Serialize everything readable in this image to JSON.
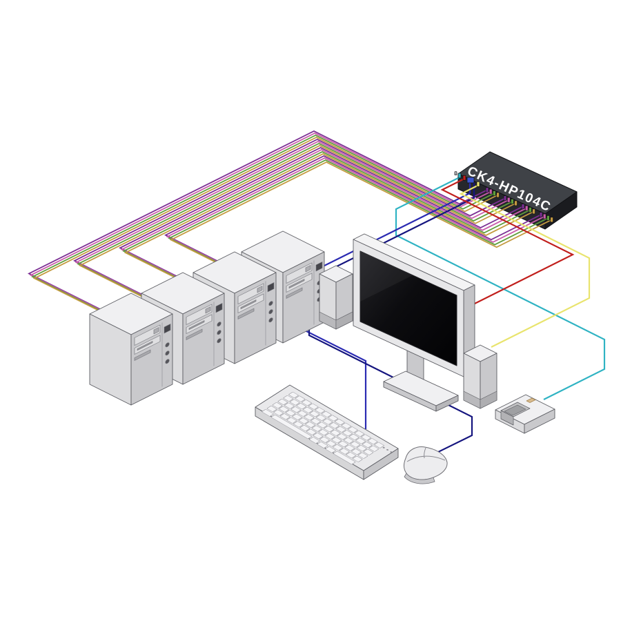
{
  "diagram_title": "KVM switch connection diagram",
  "kvm_switch": {
    "label": "CK4-HP104C",
    "computer_ports": 4,
    "cables_per_computer_port": 4
  },
  "devices": {
    "kvm_switch": "kvm-switch",
    "computers": [
      "computer-1",
      "computer-2",
      "computer-3",
      "computer-4"
    ],
    "monitor": "monitor",
    "keyboard": "keyboard",
    "mouse": "mouse",
    "speaker_left": "speaker-left",
    "speaker_right": "speaker-right",
    "remote_selector": "remote-port-selector"
  },
  "colors": {
    "background": "#ffffff",
    "switch_top": "#3f4247",
    "switch_front": "#26272c",
    "switch_cap": "#1a1b1f",
    "switch_outline": "#101114",
    "kvm_bundle": [
      "#7b2f94",
      "#c85cab",
      "#5f9e3c",
      "#c49a40"
    ],
    "console_cables": {
      "remote_selector": "#2fb3c3",
      "keyboard": "#2a2ab2",
      "mouse": "#15157f",
      "monitor": "#c11f1c",
      "speaker": "#e9e46e"
    },
    "port_connectors": {
      "aux": "#b9b9bd",
      "remote": "#2fb3c3",
      "monitor": "#c11f1c",
      "video": "#3a55cc",
      "speaker": "#e9e46e"
    },
    "device_faces": {
      "top": "#f0f0f2",
      "left": "#dcdcde",
      "front": "#c9c9cc",
      "band": "#b9b9bc",
      "outline": "#5b5c62",
      "bezel": "#e7e7e9",
      "screen": "#0a0a0d",
      "key": "#f4f4f6",
      "accent_port": "#d9bb8e"
    }
  }
}
